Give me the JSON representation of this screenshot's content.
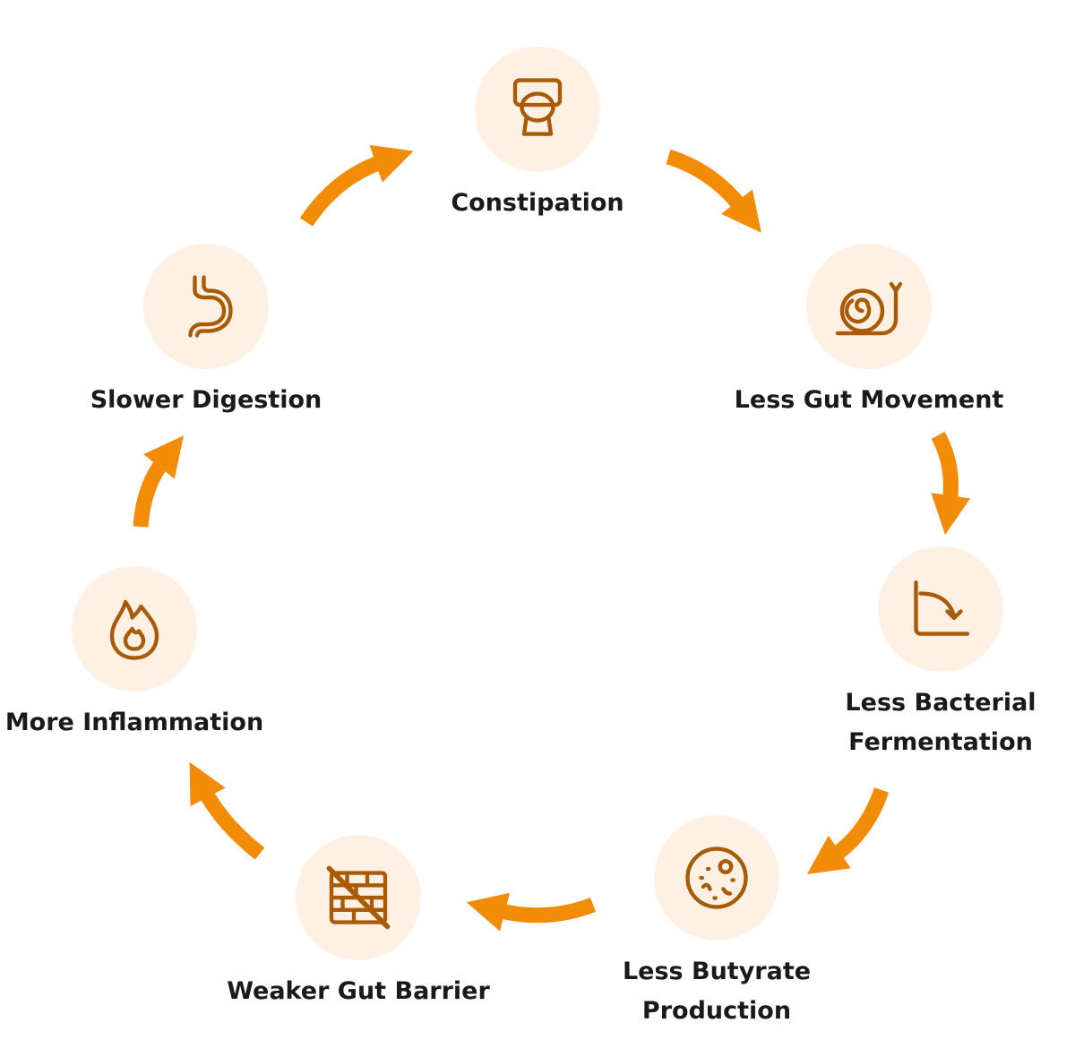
{
  "colors": {
    "arrow": "#f28c06",
    "circle": "#fef0e3",
    "icon": "#a85a05"
  },
  "nodes": [
    {
      "id": "constipation",
      "icon": "toilet-icon",
      "lines": [
        "Constipation"
      ]
    },
    {
      "id": "less-gut-movement",
      "icon": "snail-icon",
      "lines": [
        "Less Gut Movement"
      ]
    },
    {
      "id": "less-bacterial-fermentation",
      "icon": "declining-curve-icon",
      "lines": [
        "Less Bacterial",
        "Fermentation"
      ]
    },
    {
      "id": "less-butyrate-production",
      "icon": "bacteria-cell-icon",
      "lines": [
        "Less Butyrate",
        "Production"
      ]
    },
    {
      "id": "weaker-gut-barrier",
      "icon": "broken-wall-icon",
      "lines": [
        "Weaker Gut Barrier"
      ]
    },
    {
      "id": "more-inflammation",
      "icon": "flame-icon",
      "lines": [
        "More Inflammation"
      ]
    },
    {
      "id": "slower-digestion",
      "icon": "stomach-icon",
      "lines": [
        "Slower Digestion"
      ]
    }
  ]
}
